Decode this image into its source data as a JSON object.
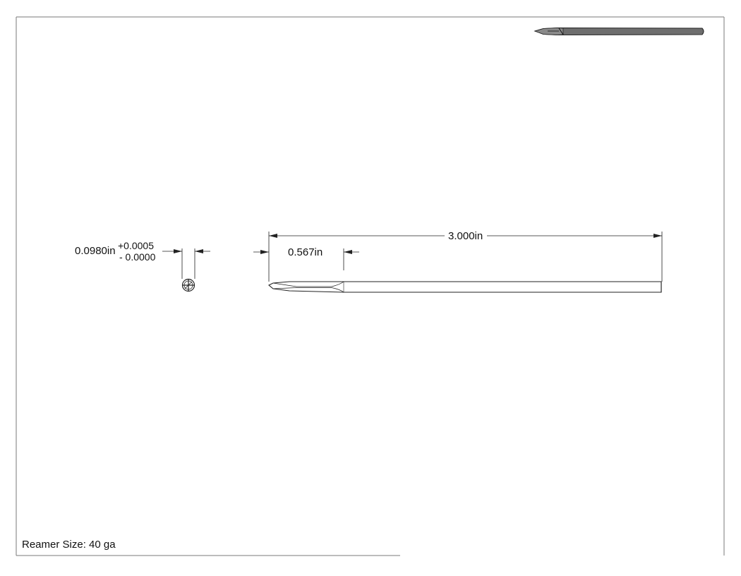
{
  "drawing": {
    "dimensions": {
      "overall_length": "3.000in",
      "flute_length": "0.567in",
      "diameter": "0.0980in",
      "tolerance_plus": "+0.0005",
      "tolerance_minus": "- 0.0000"
    },
    "footer": {
      "label": "Reamer Size: 40 ga"
    }
  },
  "colors": {
    "line": "#222222",
    "border": "#7a7a7a",
    "part_fill": "#ffffff",
    "iso_fill": "#6e6e6e"
  }
}
